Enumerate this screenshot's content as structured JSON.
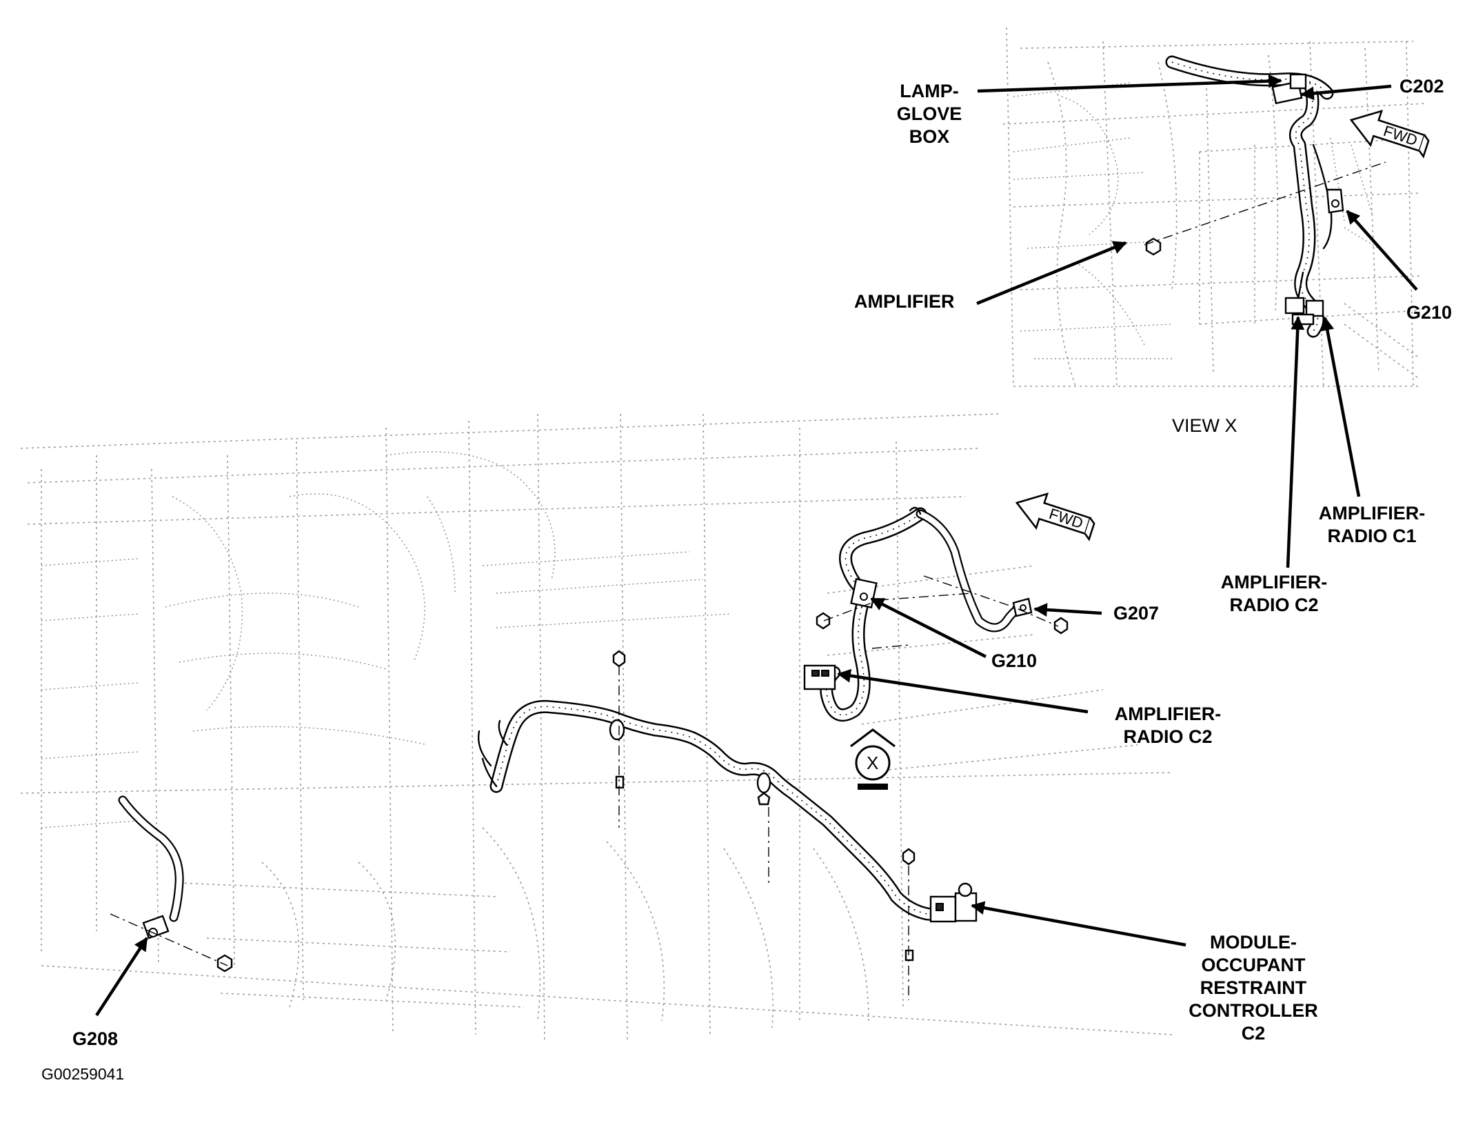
{
  "figure": {
    "id": "G00259041",
    "view_label": "VIEW X",
    "view_marker": "X",
    "forward_marker": "FWD"
  },
  "callouts": {
    "lamp_glove_box": [
      "LAMP-",
      "GLOVE",
      "BOX"
    ],
    "c202": "C202",
    "amplifier": "AMPLIFIER",
    "g210_upper": "G210",
    "amp_radio_c1": [
      "AMPLIFIER-",
      "RADIO C1"
    ],
    "amp_radio_c2_upper": [
      "AMPLIFIER-",
      "RADIO C2"
    ],
    "g207": "G207",
    "g210_lower": "G210",
    "amp_radio_c2_lower": [
      "AMPLIFIER-",
      "RADIO C2"
    ],
    "module_orc": [
      "MODULE-",
      "OCCUPANT",
      "RESTRAINT",
      "CONTROLLER",
      "C2"
    ],
    "g208": "G208"
  },
  "icons": [
    "arrow-icon",
    "fwd-arrow-icon",
    "view-x-eye-icon",
    "bolt-icon",
    "ground-ring-icon",
    "connector-icon"
  ]
}
